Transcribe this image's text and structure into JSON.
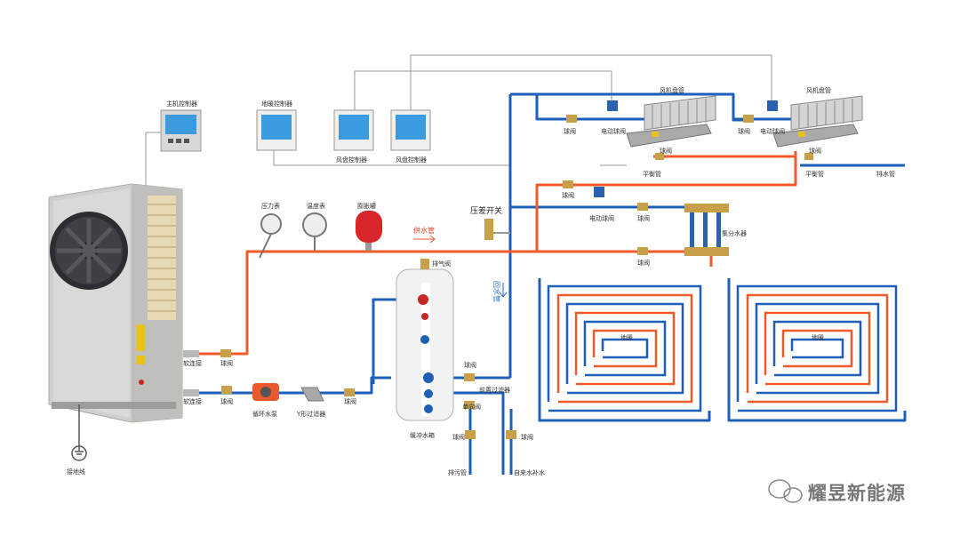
{
  "colors": {
    "supply_pipe": "#ef5a2b",
    "return_pipe": "#1f5fb8",
    "control_wire": "#9a9a9a",
    "unit_body": "#d6d6d3",
    "panel_screen": "#3a9be0",
    "tank_body": "#f2f2f2",
    "expansion_tank": "#d8262b",
    "valve_brass": "#c9a04a",
    "actuator_blue": "#2a62b0"
  },
  "controllers": {
    "main": "主机控制器",
    "floor": "地暖控制器",
    "fan1": "风盘控制器",
    "fan2": "风盘控制器"
  },
  "instruments": {
    "pressure": "压力表",
    "temperature": "温度表",
    "expansion": "膨胀罐",
    "diff_switch": "压差开关",
    "air_vent": "排气阀"
  },
  "flow": {
    "supply": "供水管",
    "return": "回水管"
  },
  "fan_coils": {
    "unit1": "风机盘管",
    "unit2": "风机盘管",
    "ball_valve": "球阀",
    "motor_valve": "电动球阀",
    "balance_pipe": "平衡管",
    "drain_pipe": "排水管"
  },
  "floor_heating": {
    "motor_valve": "电动球阀",
    "ball_valve_1": "球阀",
    "ball_valve_2": "球阀",
    "ball_valve_3": "球阀",
    "manifold": "集分水器",
    "loop_1": "地暖",
    "loop_2": "地暖"
  },
  "main_loop": {
    "flex_top": "软连接",
    "flex_bottom": "软连接",
    "ball_top": "球阀",
    "ball_bottom": "球阀",
    "pump": "循环水泵",
    "y_filter": "Y形过滤器",
    "ball_right": "球阀"
  },
  "tank": {
    "label": "缓冲水箱",
    "ball_valve": "球阀",
    "pre_filter": "前置过滤器",
    "check_valve": "单向阀",
    "drain_ball": "球阀",
    "drain_pipe": "排污管",
    "makeup_ball": "球阀",
    "makeup_pipe": "自来水补水"
  },
  "ground": {
    "label": "接地线"
  },
  "watermark": {
    "text": "耀昱新能源",
    "icon": "wechat-icon"
  }
}
